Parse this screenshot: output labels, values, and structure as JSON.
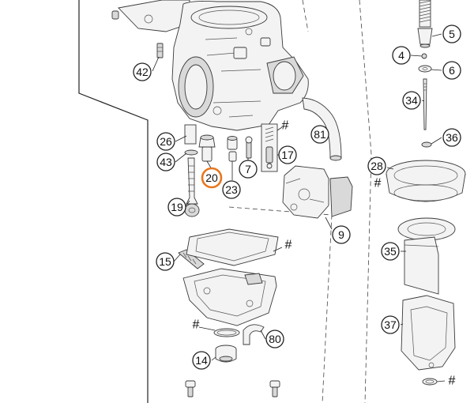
{
  "diagram": {
    "highlight_color": "#e8761e",
    "line_color": "#222222",
    "highlighted_callout": "20",
    "callouts": {
      "c42": "42",
      "c26": "26",
      "c43": "43",
      "c20": "20",
      "c23": "23",
      "c7": "7",
      "c17": "17",
      "c81": "81",
      "c19": "19",
      "c9": "9",
      "c15": "15",
      "c80": "80",
      "c14": "14",
      "c5": "5",
      "c4": "4",
      "c6": "6",
      "c34": "34",
      "c36": "36",
      "c28": "28",
      "c35": "35",
      "c37": "37"
    },
    "hash_marks": {
      "h_top": "#",
      "h_28": "#",
      "h_gasket": "#",
      "h_oring": "#",
      "h_bottom": "#"
    }
  }
}
